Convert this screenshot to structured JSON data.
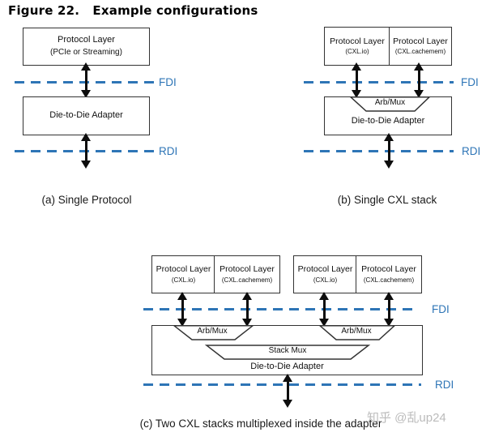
{
  "title": "Figure 22.   Example configurations",
  "colors": {
    "accent_blue": "#2E75B6",
    "box_border": "#333333",
    "watermark_gray": "#bbbbbb"
  },
  "diagram_a": {
    "protocol_box": {
      "line1": "Protocol Layer",
      "line2": "(PCIe or Streaming)"
    },
    "adapter_label": "Die-to-Die Adapter",
    "fdi_label": "FDI",
    "rdi_label": "RDI",
    "caption": "(a) Single Protocol"
  },
  "diagram_b": {
    "boxes": [
      {
        "line1": "Protocol Layer",
        "line2": "(CXL.io)"
      },
      {
        "line1": "Protocol Layer",
        "line2": "(CXL.cachemem)"
      }
    ],
    "arb_mux": "Arb/Mux",
    "adapter_label": "Die-to-Die Adapter",
    "fdi_label": "FDI",
    "rdi_label": "RDI",
    "caption": "(b) Single CXL stack"
  },
  "diagram_c": {
    "boxes": [
      {
        "line1": "Protocol Layer",
        "line2": "(CXL.io)"
      },
      {
        "line1": "Protocol Layer",
        "line2": "(CXL.cachemem)"
      },
      {
        "line1": "Protocol Layer",
        "line2": "(CXL.io)"
      },
      {
        "line1": "Protocol Layer",
        "line2": "(CXL.cachemem)"
      }
    ],
    "arb_mux_left": "Arb/Mux",
    "arb_mux_right": "Arb/Mux",
    "stack_mux": "Stack Mux",
    "adapter_label": "Die-to-Die Adapter",
    "fdi_label": "FDI",
    "rdi_label": "RDI",
    "caption": "(c) Two CXL stacks multiplexed inside the adapter"
  },
  "watermark": "知乎 @乱up24"
}
